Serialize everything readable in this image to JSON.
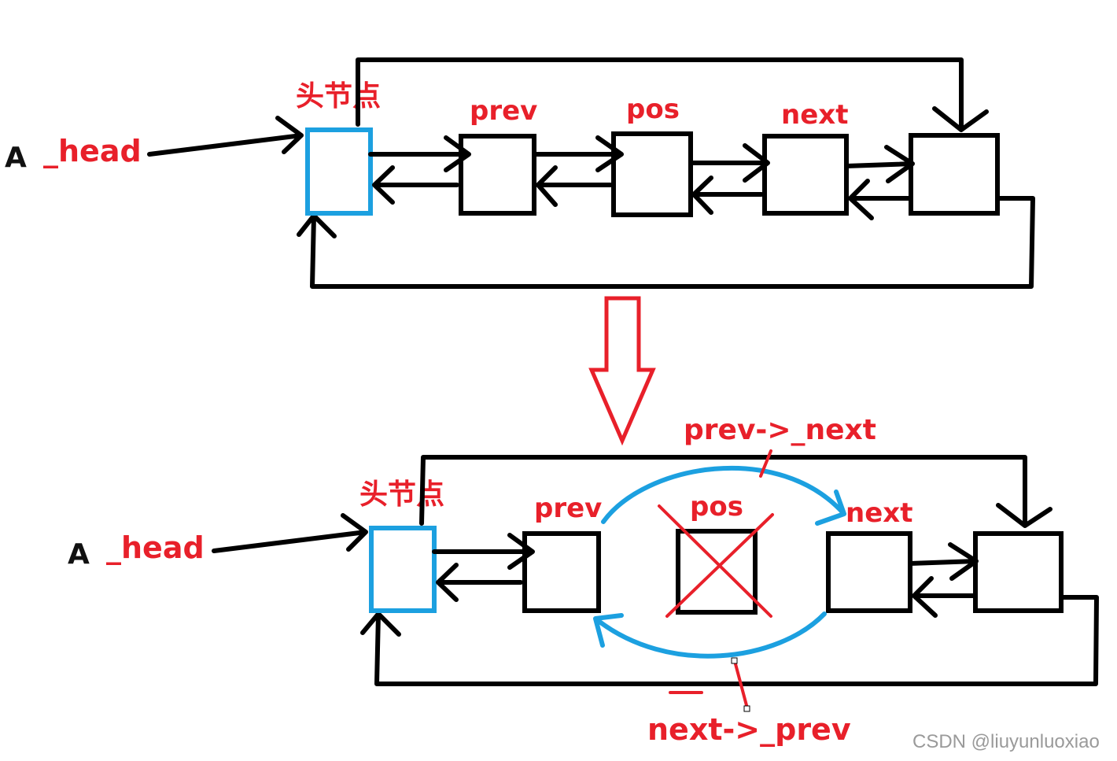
{
  "top": {
    "a_label": "A",
    "head_label": "_head",
    "header_node_label": "头节点",
    "prev_label": "prev",
    "pos_label": "pos",
    "next_label": "next"
  },
  "bottom": {
    "a_label": "A",
    "head_label": "_head",
    "header_node_label": "头节点",
    "prev_label": "prev",
    "pos_label": "pos",
    "next_label": "next",
    "prev_next_label": "prev->_next",
    "next_prev_label": "next->_prev"
  },
  "watermark": "CSDN @liuyunluoxiao",
  "colors": {
    "label_red": "#e8202a",
    "header_node_blue": "#1ca0e0",
    "arrow_black": "#000000"
  }
}
